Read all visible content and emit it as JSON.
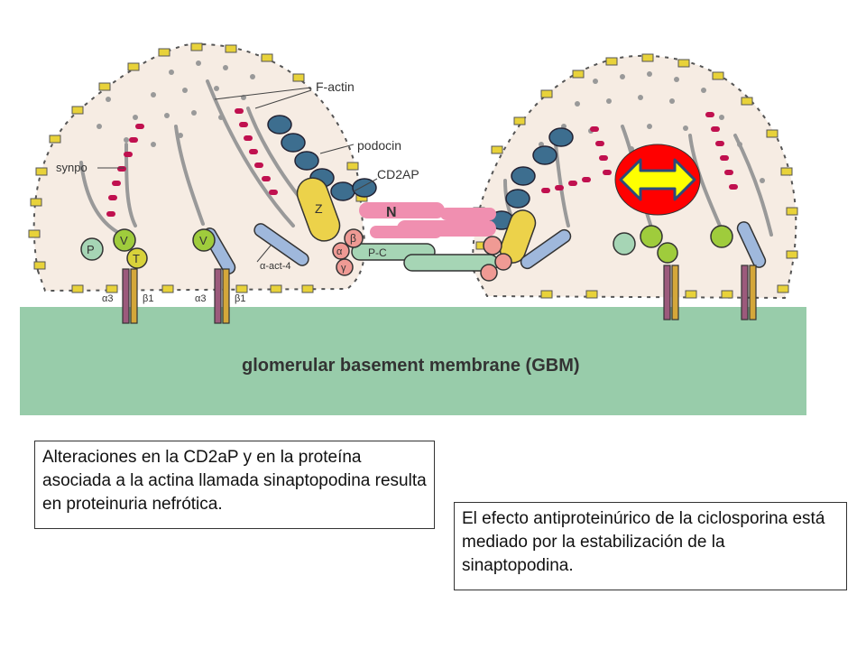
{
  "diagram": {
    "gbm_label": "glomerular basement membrane (GBM)",
    "labels": {
      "factin": "F-actin",
      "podocin": "podocin",
      "cd2ap": "CD2AP",
      "synpo": "synpo",
      "actinin": "α-act-4",
      "z": "Z",
      "n": "N",
      "pc": "P-C",
      "beta": "β",
      "alpha": "α",
      "gamma": "γ",
      "p": "P",
      "v1": "V",
      "t": "T",
      "v2": "V",
      "a3_1": "α3",
      "b1_1": "β1",
      "a3_2": "α3",
      "b1_2": "β1"
    },
    "colors": {
      "cell_fill": "#f6ece3",
      "cell_border": "#555555",
      "gbm": "#98ccaa",
      "dots": "#999999",
      "podocin": "#3d6e8f",
      "synpo": "#c0104f",
      "border_squares": "#e8d23a",
      "nephrin": "#f08fb0",
      "z": "#ecd24a",
      "arrow_fill": "#ffff00",
      "arrow_bg": "#ff0000"
    },
    "icons": {
      "highlight": "double-arrow-icon"
    }
  },
  "captions": {
    "left": "Alteraciones en la CD2aP y en la proteína asociada a la actina llamada sinaptopodina resulta en proteinuria nefrótica.",
    "right": "El efecto antiproteinúrico de la ciclosporina está mediado  por la estabilización de la sinaptopodina."
  }
}
